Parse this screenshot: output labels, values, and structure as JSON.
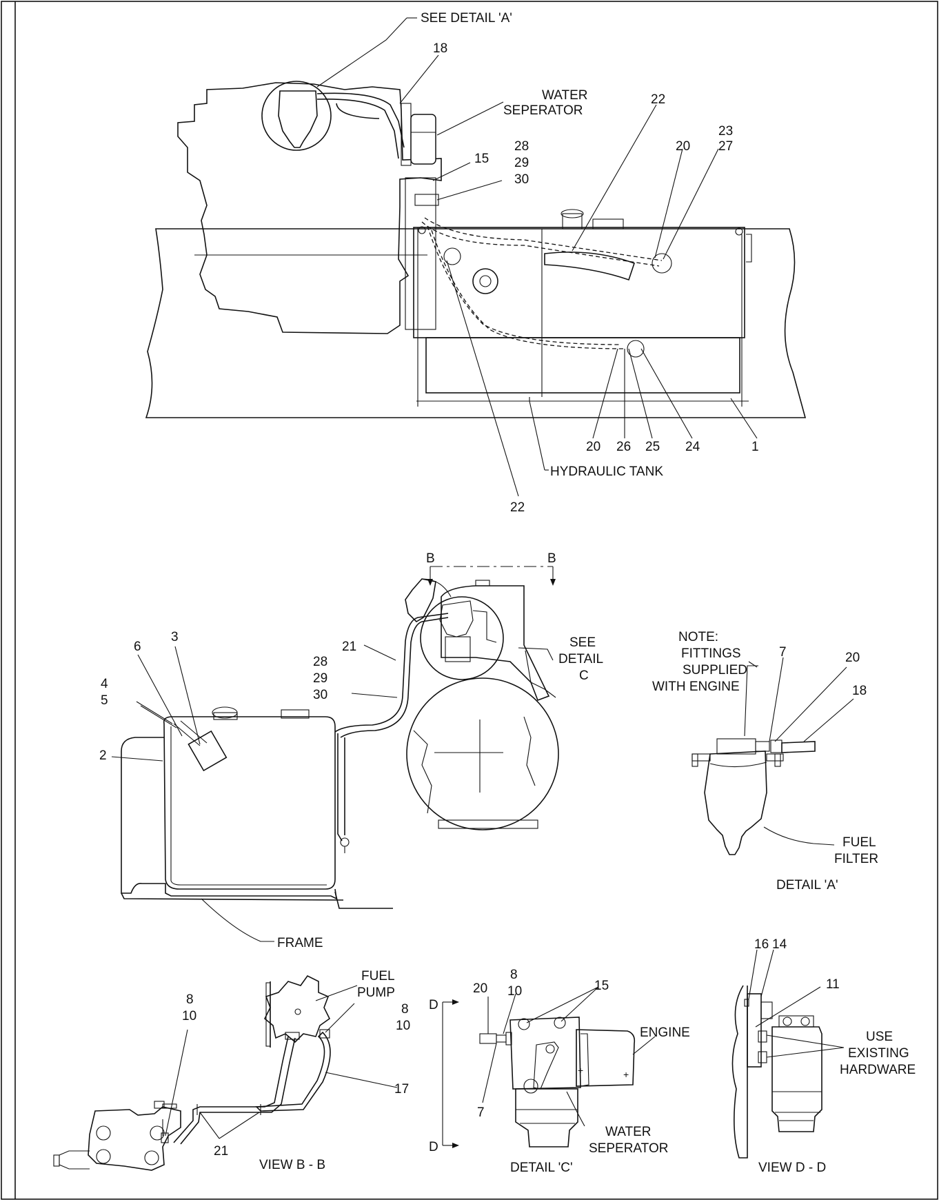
{
  "diagram": {
    "main_view": {
      "see_detail_a": "SEE DETAIL 'A'",
      "water_separator": [
        "WATER",
        "SEPERATOR"
      ],
      "hydraulic_tank": "HYDRAULIC TANK",
      "callouts": {
        "c18": "18",
        "c15": "15",
        "c28": "28",
        "c29": "29",
        "c30": "30",
        "c22_top": "22",
        "c20_top": "20",
        "c23": "23",
        "c27": "27",
        "c20_bot": "20",
        "c26": "26",
        "c25": "25",
        "c24": "24",
        "c1": "1",
        "c22_bot": "22"
      }
    },
    "side_view": {
      "section_b_left": "B",
      "section_b_right": "B",
      "see_detail_c": [
        "SEE",
        "DETAIL",
        "C"
      ],
      "frame": "FRAME",
      "callouts": {
        "c21": "21",
        "c28": "28",
        "c29": "29",
        "c30": "30",
        "c6": "6",
        "c3": "3",
        "c4": "4",
        "c5": "5",
        "c2": "2"
      }
    },
    "detail_a": {
      "title": "DETAIL 'A'",
      "note": [
        "NOTE:",
        "FITTINGS",
        "SUPPLIED",
        "WITH ENGINE"
      ],
      "fuel_filter": [
        "FUEL",
        "FILTER"
      ],
      "callouts": {
        "c7": "7",
        "c20": "20",
        "c18": "18"
      }
    },
    "view_bb": {
      "title": "VIEW B - B",
      "fuel_pump": [
        "FUEL",
        "PUMP"
      ],
      "callouts": {
        "c8_left": "8",
        "c10_left": "10",
        "c8_right": "8",
        "c10_right": "10",
        "c17": "17",
        "c21": "21"
      }
    },
    "detail_c": {
      "title": "DETAIL 'C'",
      "engine": "ENGINE",
      "water_separator": [
        "WATER",
        "SEPERATOR"
      ],
      "section_d_top": "D",
      "section_d_bottom": "D",
      "callouts": {
        "c20": "20",
        "c8": "8",
        "c10": "10",
        "c15": "15",
        "c7": "7"
      }
    },
    "view_dd": {
      "title": "VIEW D - D",
      "use_existing": [
        "USE",
        "EXISTING",
        "HARDWARE"
      ],
      "callouts": {
        "c16": "16",
        "c14": "14",
        "c11": "11"
      }
    }
  }
}
